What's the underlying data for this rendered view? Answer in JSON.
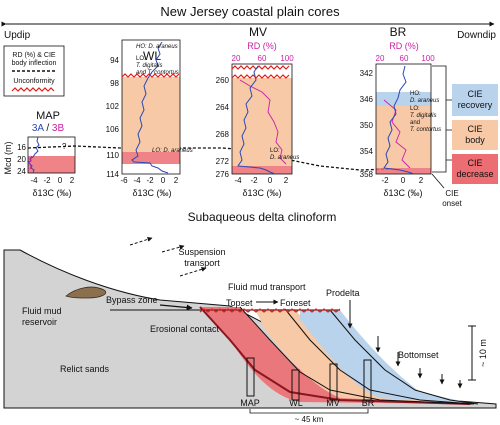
{
  "header": {
    "title": "New Jersey coastal plain cores",
    "updip": "Updip",
    "downdip": "Downdip"
  },
  "legend": {
    "rd_label": "RD (%) & CIE",
    "rd_label2": "body inflection",
    "unconformity_label": "Unconformity"
  },
  "map_panel": {
    "title": "MAP",
    "subtitle_a": "3A",
    "slash": " / ",
    "subtitle_b": "3B",
    "ylabel": "Mcd (m)",
    "yticks": [
      "16",
      "20",
      "24"
    ],
    "xticks": [
      "-4",
      "-2",
      "0",
      "2"
    ],
    "xlabel": "δ13C (‰)",
    "question": "?"
  },
  "wl_panel": {
    "title": "WL",
    "yticks": [
      "94",
      "98",
      "102",
      "106",
      "110",
      "114"
    ],
    "xticks": [
      "-6",
      "-4",
      "-2",
      "0",
      "2"
    ],
    "xlabel": "δ13C (‰)",
    "ho_label": "HO: D. araneus",
    "lo_label": "LO:",
    "lo_taxa1": "T. digitalis",
    "lo_taxa2": "and T. contortus",
    "lo2_label": "LO: D. araneus"
  },
  "mv_panel": {
    "title": "MV",
    "rd_title": "RD (%)",
    "rd_ticks": [
      "20",
      "60",
      "100"
    ],
    "yticks": [
      "260",
      "264",
      "268",
      "272",
      "276"
    ],
    "xticks": [
      "-4",
      "-2",
      "0",
      "2"
    ],
    "xlabel": "δ13C (‰)",
    "lo_label": "LO:",
    "lo_taxa": "D. araneus"
  },
  "br_panel": {
    "title": "BR",
    "rd_title": "RD (%)",
    "rd_ticks": [
      "20",
      "60",
      "100"
    ],
    "yticks": [
      "342",
      "346",
      "350",
      "354",
      "358"
    ],
    "xticks": [
      "-2",
      "0",
      "2"
    ],
    "xlabel": "δ13C (‰)",
    "ho_label": "HO:",
    "ho_taxa": "D. araneus",
    "lo_label": "LO:",
    "lo_taxa1": "T. digitalis",
    "lo_and": "and",
    "lo_taxa2": "T. contortus"
  },
  "cie_legend": {
    "recovery1": "CIE",
    "recovery2": "recovery",
    "body1": "CIE",
    "body2": "body",
    "decrease1": "CIE",
    "decrease2": "decrease",
    "onset1": "CIE",
    "onset2": "onset",
    "colors": {
      "recovery": "#b9d3ec",
      "body": "#f7c9a6",
      "decrease": "#ec6d72"
    }
  },
  "delta": {
    "title": "Subaqueous delta clinoform",
    "fluid_mud_reservoir1": "Fluid mud",
    "fluid_mud_reservoir2": "reservoir",
    "bypass_zone": "Bypass zone",
    "suspension1": "Suspension",
    "suspension2": "transport",
    "fluid_mud_transport": "Fluid mud transport",
    "topset": "Topset",
    "foreset": "Foreset",
    "prodelta": "Prodelta",
    "erosional_contact": "Erosional contact",
    "bottomset": "Bottomset",
    "relict_sands": "Relict sands",
    "scale": "~ 10 m",
    "sites": [
      "MAP",
      "WL",
      "MV",
      "BR"
    ],
    "distance": "~ 45 km"
  }
}
